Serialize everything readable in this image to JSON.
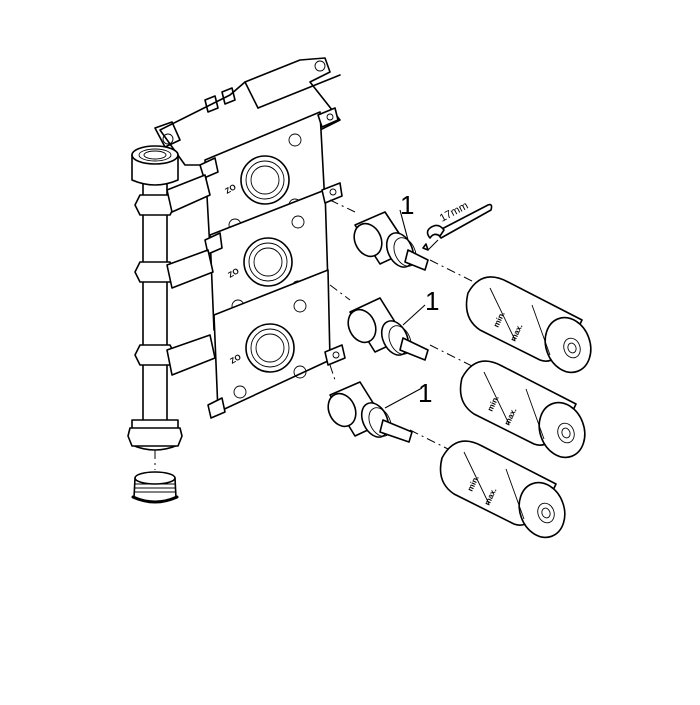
{
  "diagram": {
    "type": "exploded-view installation drawing",
    "background": "#ffffff",
    "line_color": "#000000",
    "components": {
      "mounting_body": {
        "label": "3-outlet concealed mounting body with frames",
        "outlet_count": 3,
        "frame_marking": "ZO"
      },
      "supply_pipe": {
        "label": "vertical supply pipe with nuts"
      },
      "plug": {
        "label": "threaded end plug"
      },
      "cartridges": [
        {
          "callout": "1"
        },
        {
          "callout": "1"
        },
        {
          "callout": "1"
        }
      ],
      "wrench": {
        "label": "17mm"
      },
      "covers": [
        {
          "min_label": "min.",
          "max_label": "max."
        },
        {
          "min_label": "min.",
          "max_label": "max."
        },
        {
          "min_label": "min.",
          "max_label": "max."
        }
      ]
    }
  }
}
